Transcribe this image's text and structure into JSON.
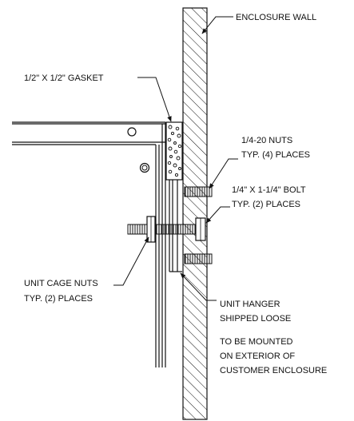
{
  "colors": {
    "line": "#111111",
    "background": "#ffffff"
  },
  "labels": {
    "enclosure_wall": "ENCLOSURE WALL",
    "gasket": "1/2\" X 1/2\" GASKET",
    "nuts_line1": "1/4-20 NUTS",
    "nuts_line2": "TYP. (4) PLACES",
    "bolt_line1": "1/4\" X 1-1/4\" BOLT",
    "bolt_line2": "TYP. (2) PLACES",
    "cage_nuts_line1": "UNIT CAGE NUTS",
    "cage_nuts_line2": "TYP. (2) PLACES",
    "hanger_line1": "UNIT HANGER",
    "hanger_line2": "SHIPPED LOOSE",
    "mount_line1": "TO BE MOUNTED",
    "mount_line2": "ON EXTERIOR OF",
    "mount_line3": "CUSTOMER ENCLOSURE"
  }
}
